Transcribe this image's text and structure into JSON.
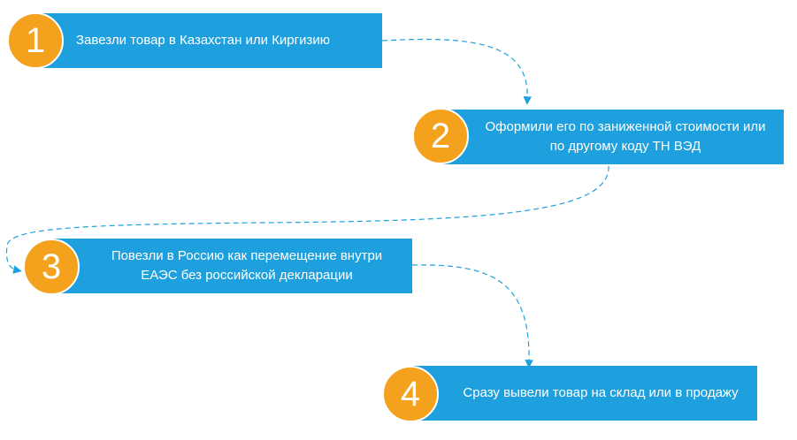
{
  "colors": {
    "box": "#1ea0df",
    "badge": "#f4a11d",
    "connector": "#1ea0df"
  },
  "steps": [
    {
      "number": "1",
      "text": "Завезли товар в Казахстан или Киргизию"
    },
    {
      "number": "2",
      "text": "Оформили его  по заниженной стоимости или\nпо другому коду ТН ВЭД"
    },
    {
      "number": "3",
      "text": "Повезли в Россию как перемещение внутри\nЕАЭС без российской декларации"
    },
    {
      "number": "4",
      "text": "Сразу вывели товар на склад или в продажу"
    }
  ]
}
